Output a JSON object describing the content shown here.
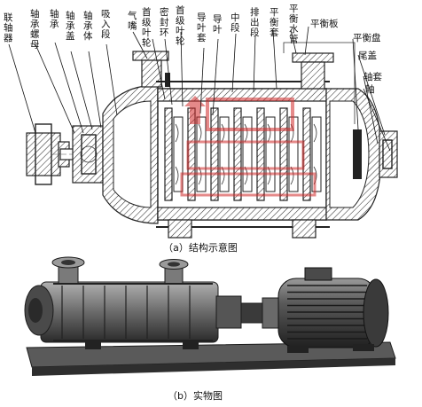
{
  "top_figure": {
    "labels": [
      {
        "id": "coupling",
        "text": "联轴器"
      },
      {
        "id": "bearing-nut",
        "text": "轴承螺母"
      },
      {
        "id": "bearing",
        "text": "轴承"
      },
      {
        "id": "bearing-cover",
        "text": "轴承盖"
      },
      {
        "id": "bearing-body",
        "text": "轴承体"
      },
      {
        "id": "suction-section",
        "text": "吸入段"
      },
      {
        "id": "air-nozzle",
        "text": "气嘴"
      },
      {
        "id": "first-impeller",
        "text": "首级叶轮"
      },
      {
        "id": "seal-ring",
        "text": "密封环"
      },
      {
        "id": "first-guide-vane",
        "text": "首级叶轮"
      },
      {
        "id": "guide-vane-sleeve",
        "text": "导叶套"
      },
      {
        "id": "guide-vane",
        "text": "导叶"
      },
      {
        "id": "middle-section",
        "text": "中段"
      },
      {
        "id": "discharge-section",
        "text": "排出段"
      },
      {
        "id": "balance-water-pipe",
        "text": "平衡水管"
      },
      {
        "id": "balance-sleeve",
        "text": "平衡套"
      },
      {
        "id": "balance-plate",
        "text": "平衡板"
      },
      {
        "id": "balance-disc",
        "text": "平衡盘"
      },
      {
        "id": "tail-cover",
        "text": "尾盖"
      },
      {
        "id": "shaft-sleeve",
        "text": "轴套"
      },
      {
        "id": "shaft",
        "text": "轴"
      }
    ],
    "caption": "（a）结构示意图"
  },
  "bottom_figure": {
    "caption": "（b）实物图"
  },
  "colors": {
    "ink": "#111111",
    "watermark": "#d12a2a",
    "photo_dark": "#3a3a3a",
    "photo_mid": "#8a8a8a"
  }
}
